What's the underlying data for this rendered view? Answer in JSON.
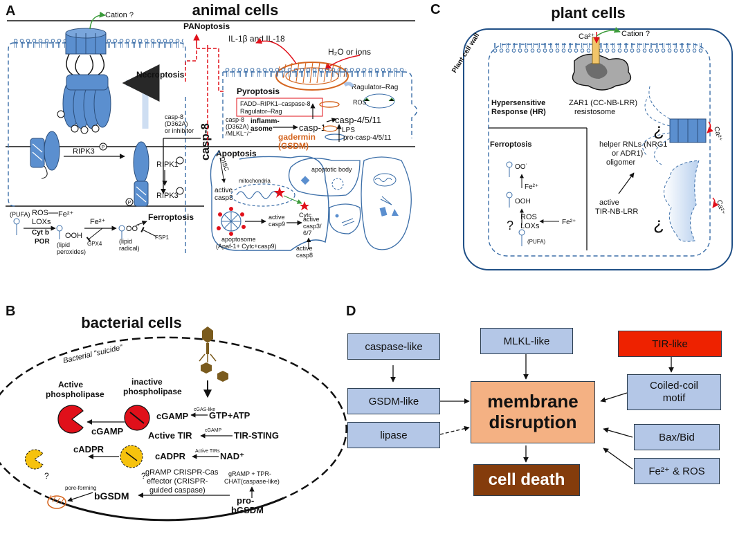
{
  "panels": {
    "a": {
      "letter": "A",
      "title": "animal cells"
    },
    "b": {
      "letter": "B",
      "title": "bacterial cells"
    },
    "c": {
      "letter": "C",
      "title": "plant cells"
    },
    "d": {
      "letter": "D"
    }
  },
  "animal": {
    "cation": "Cation ?",
    "panoptosis": "PANoptosis",
    "il": "IL-1β and IL-18",
    "h2o": "H₂O or ions",
    "necroptosis": "Necroptosis",
    "pyroptosis": "Pyroptosis",
    "fadd1": "FADD–RIPK1–caspase-8",
    "fadd2": "Ragulator–Rag",
    "ragulator": "Ragulator–Rag",
    "ros_small": "ROS",
    "casp8_small_1": "casp-8",
    "casp8_small_2": "(D362A)",
    "casp8_small_3": "/MLKL⁻/⁻",
    "inflamm1": "inflamm-",
    "inflamm2": "asome",
    "casp1": "casp-1",
    "casp45": "casp-4/5/11",
    "lps": "LPS",
    "procasp": "pro-casp-4/5/11",
    "gadermin1": "gadermin",
    "gadermin2": "(GSDM)",
    "casp8_big": "casp-8",
    "casp8_inh_1": "casp-8",
    "casp8_inh_2": "(D362A)",
    "casp8_inh_3": "or inhibitor",
    "ripk3a": "RIPK3",
    "ripk1": "RIPK1",
    "ripk3b": "RIPK3",
    "p": "P",
    "apoptosis": "Apoptosis",
    "disc": "DISC",
    "active_casp8_1": "active",
    "active_casp8_2": "casp8",
    "mito": "mitochondria",
    "cytc": "Cytc",
    "apoptotic_body": "apoptotic body",
    "active_casp9_1": "active",
    "active_casp9_2": "casp9",
    "active_casp37_1": "active",
    "active_casp37_2": "casp3/",
    "active_casp37_3": "6/7",
    "active_casp8b_1": "active",
    "active_casp8b_2": "casp8",
    "apoptosome1": "apoptosome",
    "apoptosome2": "(Apaf-1+ Cytc+casp9)",
    "pufa": "(PUFA)",
    "ros": "ROS",
    "loxs": "LOXs",
    "cytb": "Cyt b",
    "por": "POR",
    "fe1": "Fe²⁺",
    "fe2": "Fe²⁺",
    "ooh": "OOH",
    "lp1": "(lipid",
    "lp2": "peroxides)",
    "gpx4": "GPX4",
    "oo": "OO˙",
    "lr1": "(lipid",
    "lr2": "radical)",
    "fsp1": "FSP1",
    "ferroptosis": "Ferroptosis"
  },
  "bacterial": {
    "suicide": "Bacterial \"suicide\"",
    "active_phosph_1": "Active",
    "active_phosph_2": "phospholipase",
    "inactive_phosph_1": "inactive",
    "inactive_phosph_2": "phospholipase",
    "cgamp_mid": "cGAMP",
    "cgamp_left": "cGAMP",
    "cgas_like": "cGAS-like",
    "gtp": "GTP+ATP",
    "active_tir": "Active TIR",
    "cgamp_small": "cGAMP",
    "tir_sting": "TIR-STING",
    "cadpr_top": "cADPR",
    "cadpr_left": "cADPR",
    "active_tirs": "Active TIRs",
    "nad": "NAD⁺",
    "q1": "?",
    "q2": "?",
    "gramp1": "gRAMP CRISPR-Cas",
    "gramp2": "effector (CRISPR-",
    "gramp3": "guided caspase)",
    "gtpr1": "gRAMP + TPR-",
    "gtpr2": "CHAT(caspase-like)",
    "pore": "pore-forming",
    "bgsdm": "bGSDM",
    "pro1": "pro-",
    "pro2": "bGSDM"
  },
  "plant": {
    "wall": "Plant cell wall",
    "ca": "Ca²⁺",
    "cation": "Cation ?",
    "hr1": "Hypersensitive",
    "hr2": "Response (HR)",
    "zar1": "ZAR1 (CC-NB-LRR)",
    "resistosome": "resistosome",
    "ferroptosis": "Ferroptosis",
    "oo": "OO˙",
    "fe": "Fe²⁺",
    "ooh": "OOH",
    "ros": "ROS",
    "loxs": "LOXs",
    "fe_right": "Fe²⁺",
    "pufa": "(PUFA)",
    "q": "?",
    "helper1": "helper RNLs (NRG1",
    "helper2": "or ADR1)",
    "helper3": "oligomer",
    "active1": "active",
    "active2": "TIR-NB-LRR",
    "ca_r1": "Ca²⁺",
    "ca_r2": "Ca²⁺",
    "q_top": "¿",
    "q_bottom": "¿"
  },
  "diagram_d": {
    "caspase_like": "caspase-like",
    "mlkl_like": "MLKL-like",
    "tir_like": "TIR-like",
    "gsdm_like": "GSDM-like",
    "membrane1": "membrane",
    "membrane2": "disruption",
    "coiled1": "Coiled-coil",
    "coiled2": "motif",
    "lipase": "lipase",
    "bax_bid": "Bax/Bid",
    "fe_ros": "Fe²⁺ & ROS",
    "cell_death": "cell death"
  },
  "colors": {
    "blue_fill": "#5b8fcf",
    "membrane_blue": "#3b6ea8",
    "red": "#e0101a",
    "orange": "#d5651f",
    "green": "#3a9a3a",
    "light_blue_box": "#b4c7e7",
    "orange_box": "#f4b183",
    "red_box": "#ee2200",
    "brown_box": "#843c0c",
    "gadermin": "#d5651f"
  }
}
